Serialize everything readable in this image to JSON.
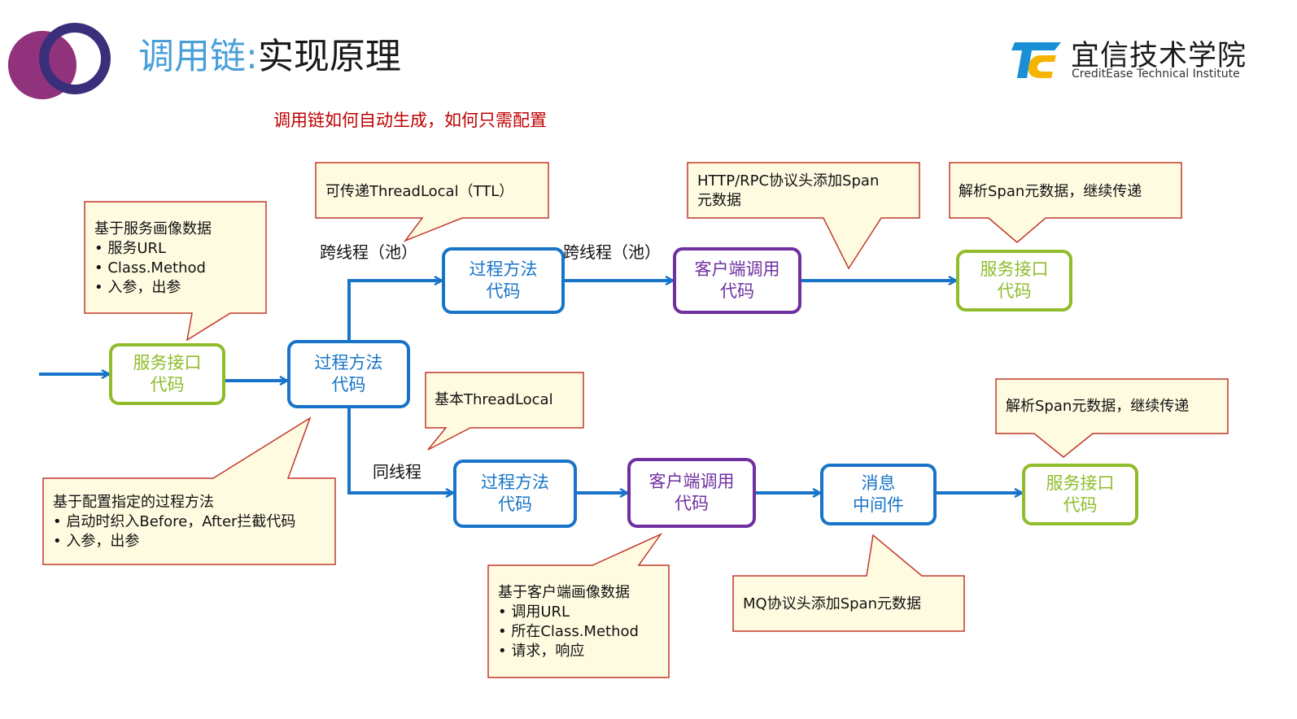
{
  "header": {
    "title_main": "调用链:",
    "title_sub": "实现原理",
    "subtitle": "调用链如何自动生成，如何只需配置",
    "brand_cn": "宜信技术学院",
    "brand_en": "CreditEase Technical Institute"
  },
  "colors": {
    "blue": "#1874c8",
    "green": "#8fbc2b",
    "purple": "#7030a0",
    "callout_border": "#c0392b",
    "callout_fill": "#fffbe1",
    "title_blue": "#4a9fd8",
    "subtitle_red": "#c00000"
  },
  "icons": [
    "circles-logo-icon",
    "tc-logo-icon"
  ],
  "nodes": {
    "svc_in": [
      "服务接口",
      "代码"
    ],
    "proc_main": [
      "过程方法",
      "代码"
    ],
    "proc_top": [
      "过程方法",
      "代码"
    ],
    "client_top": [
      "客户端调用",
      "代码"
    ],
    "svc_top": [
      "服务接口",
      "代码"
    ],
    "proc_bot": [
      "过程方法",
      "代码"
    ],
    "client_bot": [
      "客户端调用",
      "代码"
    ],
    "mq": [
      "消息",
      "中间件"
    ],
    "svc_bot": [
      "服务接口",
      "代码"
    ]
  },
  "edge_labels": {
    "cross_thread_1": "跨线程（池）",
    "cross_thread_2": "跨线程（池）",
    "same_thread": "同线程"
  },
  "callouts": {
    "service_profile": {
      "heading": "基于服务画像数据",
      "bullets": [
        "服务URL",
        "Class.Method",
        "入参，出参"
      ]
    },
    "ttl": {
      "heading": "可传递ThreadLocal（TTL）",
      "bullets": []
    },
    "http_rpc": {
      "heading": "HTTP/RPC协议头添加Span",
      "line2": "元数据",
      "bullets": []
    },
    "parse_top": {
      "heading": "解析Span元数据，继续传递",
      "bullets": []
    },
    "basic_tl": {
      "heading": "基本ThreadLocal",
      "bullets": []
    },
    "parse_bot": {
      "heading": "解析Span元数据，继续传递",
      "bullets": []
    },
    "config_method": {
      "heading": "基于配置指定的过程方法",
      "bullets": [
        "启动时织入Before，After拦截代码",
        "入参，出参"
      ]
    },
    "client_profile": {
      "heading": "基于客户端画像数据",
      "bullets": [
        "调用URL",
        "所在Class.Method",
        "请求，响应"
      ]
    },
    "mq_header": {
      "heading": "MQ协议头添加Span元数据",
      "bullets": []
    }
  }
}
